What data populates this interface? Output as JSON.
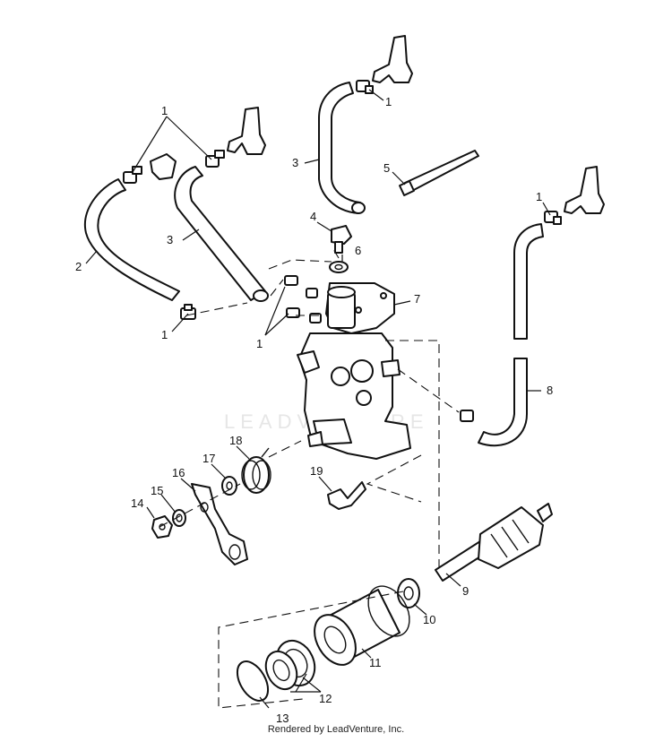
{
  "diagram": {
    "watermark": "LEADVENTURE",
    "footer": "Rendered by LeadVenture, Inc.",
    "callouts": {
      "c1a": "1",
      "c1b": "1",
      "c1c": "1",
      "c1d": "1",
      "c1e": "1",
      "c2": "2",
      "c3a": "3",
      "c3b": "3",
      "c4": "4",
      "c5": "5",
      "c6": "6",
      "c7": "7",
      "c8": "8",
      "c9": "9",
      "c10": "10",
      "c11": "11",
      "c12": "12",
      "c13": "13",
      "c14": "14",
      "c15": "15",
      "c16": "16",
      "c17": "17",
      "c18": "18",
      "c19": "19"
    }
  }
}
